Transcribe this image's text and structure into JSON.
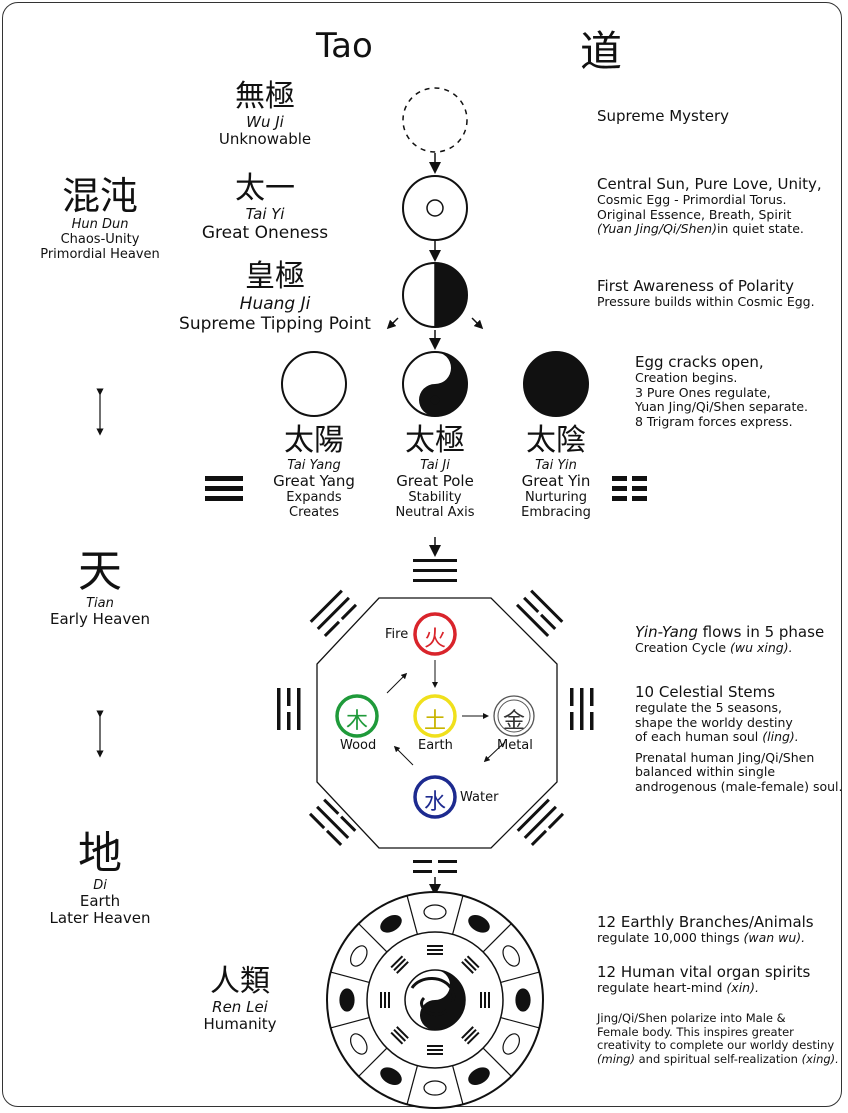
{
  "header": {
    "title_en": "Tao",
    "title_cjk": "道"
  },
  "levels": {
    "wuji": {
      "cjk": "無極",
      "pinyin": "Wu Ji",
      "english": "Unknowable",
      "desc": "Supreme Mystery"
    },
    "taiyi": {
      "cjk": "太一",
      "pinyin": "Tai Yi",
      "english": "Great Oneness",
      "desc_h": "Central Sun, Pure Love, Unity,",
      "desc_1": "Cosmic Egg - Primordial Torus.",
      "desc_2": "Original Essence, Breath, Spirit",
      "desc_3": "(Yuan Jing/Qi/Shen)",
      "desc_3b": "in quiet state."
    },
    "huangji": {
      "cjk": "皇極",
      "pinyin": "Huang Ji",
      "english": "Supreme Tipping Point",
      "desc_h": "First Awareness of Polarity",
      "desc_1": "Pressure builds within Cosmic Egg."
    },
    "split": {
      "desc_h": "Egg cracks open,",
      "desc_1": "Creation begins.",
      "desc_2": "3 Pure Ones regulate,",
      "desc_3": "Yuan Jing/Qi/Shen separate.",
      "desc_4": "8 Trigram forces express."
    },
    "taiyang": {
      "cjk": "太陽",
      "pinyin": "Tai Yang",
      "l1": "Great Yang",
      "l2": "Expands",
      "l3": "Creates"
    },
    "taiji": {
      "cjk": "太極",
      "pinyin": "Tai Ji",
      "l1": "Great Pole",
      "l2": "Stability",
      "l3": "Neutral Axis"
    },
    "taiyin": {
      "cjk": "太陰",
      "pinyin": "Tai Yin",
      "l1": "Great Yin",
      "l2": "Nurturing",
      "l3": "Embracing"
    }
  },
  "left": {
    "hundun": {
      "cjk": "混沌",
      "pinyin": "Hun Dun",
      "l1": "Chaos-Unity",
      "l2": "Primordial Heaven"
    },
    "tian": {
      "cjk": "天",
      "pinyin": "Tian",
      "l1": "Early Heaven"
    },
    "di": {
      "cjk": "地",
      "pinyin": "Di",
      "l1": "Earth",
      "l2": "Later Heaven"
    },
    "renlei": {
      "cjk": "人類",
      "pinyin": "Ren Lei",
      "l1": "Humanity"
    }
  },
  "elements": {
    "fire": {
      "cjk": "火",
      "label": "Fire",
      "color": "#d9242b"
    },
    "earth": {
      "cjk": "土",
      "label": "Earth",
      "color": "#f0e01c"
    },
    "wood": {
      "cjk": "木",
      "label": "Wood",
      "color": "#1f9a3a"
    },
    "metal": {
      "cjk": "金",
      "label": "Metal",
      "color": "#555555"
    },
    "water": {
      "cjk": "水",
      "label": "Water",
      "color": "#1d2a8f"
    }
  },
  "right": {
    "wuxing": {
      "h1": "Yin-Yang",
      "h2": " flows in 5 phase",
      "l1": "Creation Cycle ",
      "l1i": "(wu xing)."
    },
    "stems": {
      "h": "10 Celestial Stems",
      "l1": "regulate the 5 seasons,",
      "l2": "shape the worldy destiny",
      "l3": "of each human soul ",
      "l3i": "(ling).",
      "p1": "Prenatal human Jing/Qi/Shen",
      "p2": "balanced within single",
      "p3": "androgenous (male-female) soul."
    },
    "branches": {
      "h": "12 Earthly Branches/Animals",
      "l1": "regulate 10,000 things ",
      "l1i": "(wan wu)."
    },
    "organs": {
      "h": "12 Human vital organ spirits",
      "l1": "regulate heart-mind ",
      "l1i": "(xin)."
    },
    "polarize": {
      "l1": "Jing/Qi/Shen polarize into Male &",
      "l2": "Female body.  This inspires greater",
      "l3": "creativity to complete our worldy destiny",
      "l4i": "(ming)",
      "l4": " and spiritual self-realization ",
      "l4i2": "(xing)."
    }
  }
}
